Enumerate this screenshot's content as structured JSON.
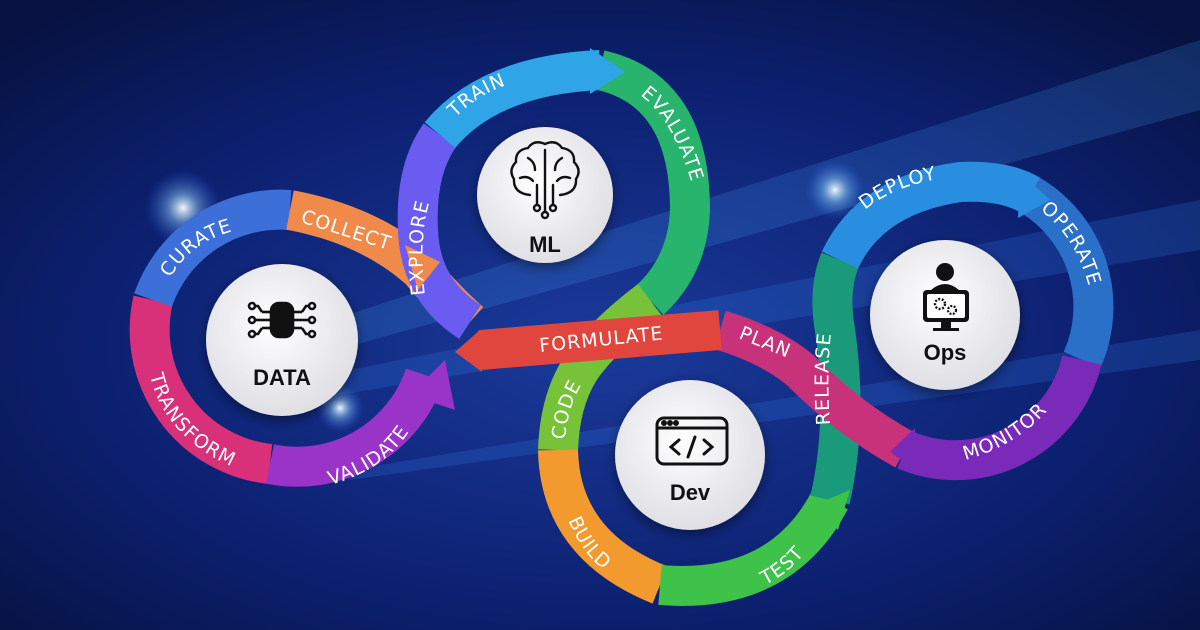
{
  "hubs": {
    "data": {
      "label": "DATA",
      "icon": "chip-icon"
    },
    "ml": {
      "label": "ML",
      "icon": "brain-circuit-icon"
    },
    "dev": {
      "label": "Dev",
      "icon": "code-window-icon"
    },
    "ops": {
      "label": "Ops",
      "icon": "monitor-user-icon"
    }
  },
  "segments": {
    "collect": {
      "label": "COLLECT",
      "color": "#f08a4b"
    },
    "curate": {
      "label": "CURATE",
      "color": "#3d6fd9"
    },
    "transform": {
      "label": "TRANSFORM",
      "color": "#d9307a"
    },
    "validate": {
      "label": "VALIDATE",
      "color": "#9a33c8"
    },
    "explore": {
      "label": "EXPLORE",
      "color": "#6a5cf0"
    },
    "train": {
      "label": "TRAIN",
      "color": "#2fa5e8"
    },
    "evaluate": {
      "label": "EVALUATE",
      "color": "#28b46c"
    },
    "formulate": {
      "label": "FORMULATE",
      "color": "#e0463e"
    },
    "code": {
      "label": "CODE",
      "color": "#78c23a"
    },
    "build": {
      "label": "BUILD",
      "color": "#f29a2e"
    },
    "test": {
      "label": "TEST",
      "color": "#3ec24a"
    },
    "plan": {
      "label": "PLAN",
      "color": "#c8327a"
    },
    "release": {
      "label": "RELEASE",
      "color": "#1a9a7a"
    },
    "deploy": {
      "label": "DEPLOY",
      "color": "#2a8ee0"
    },
    "operate": {
      "label": "OPERATE",
      "color": "#2a6fc8"
    },
    "monitor": {
      "label": "MONITOR",
      "color": "#7a2ab8"
    }
  },
  "colors": {
    "background": "#0a1a55",
    "hub_fill": "#f2f2f4",
    "label_text": "#ffffff"
  }
}
